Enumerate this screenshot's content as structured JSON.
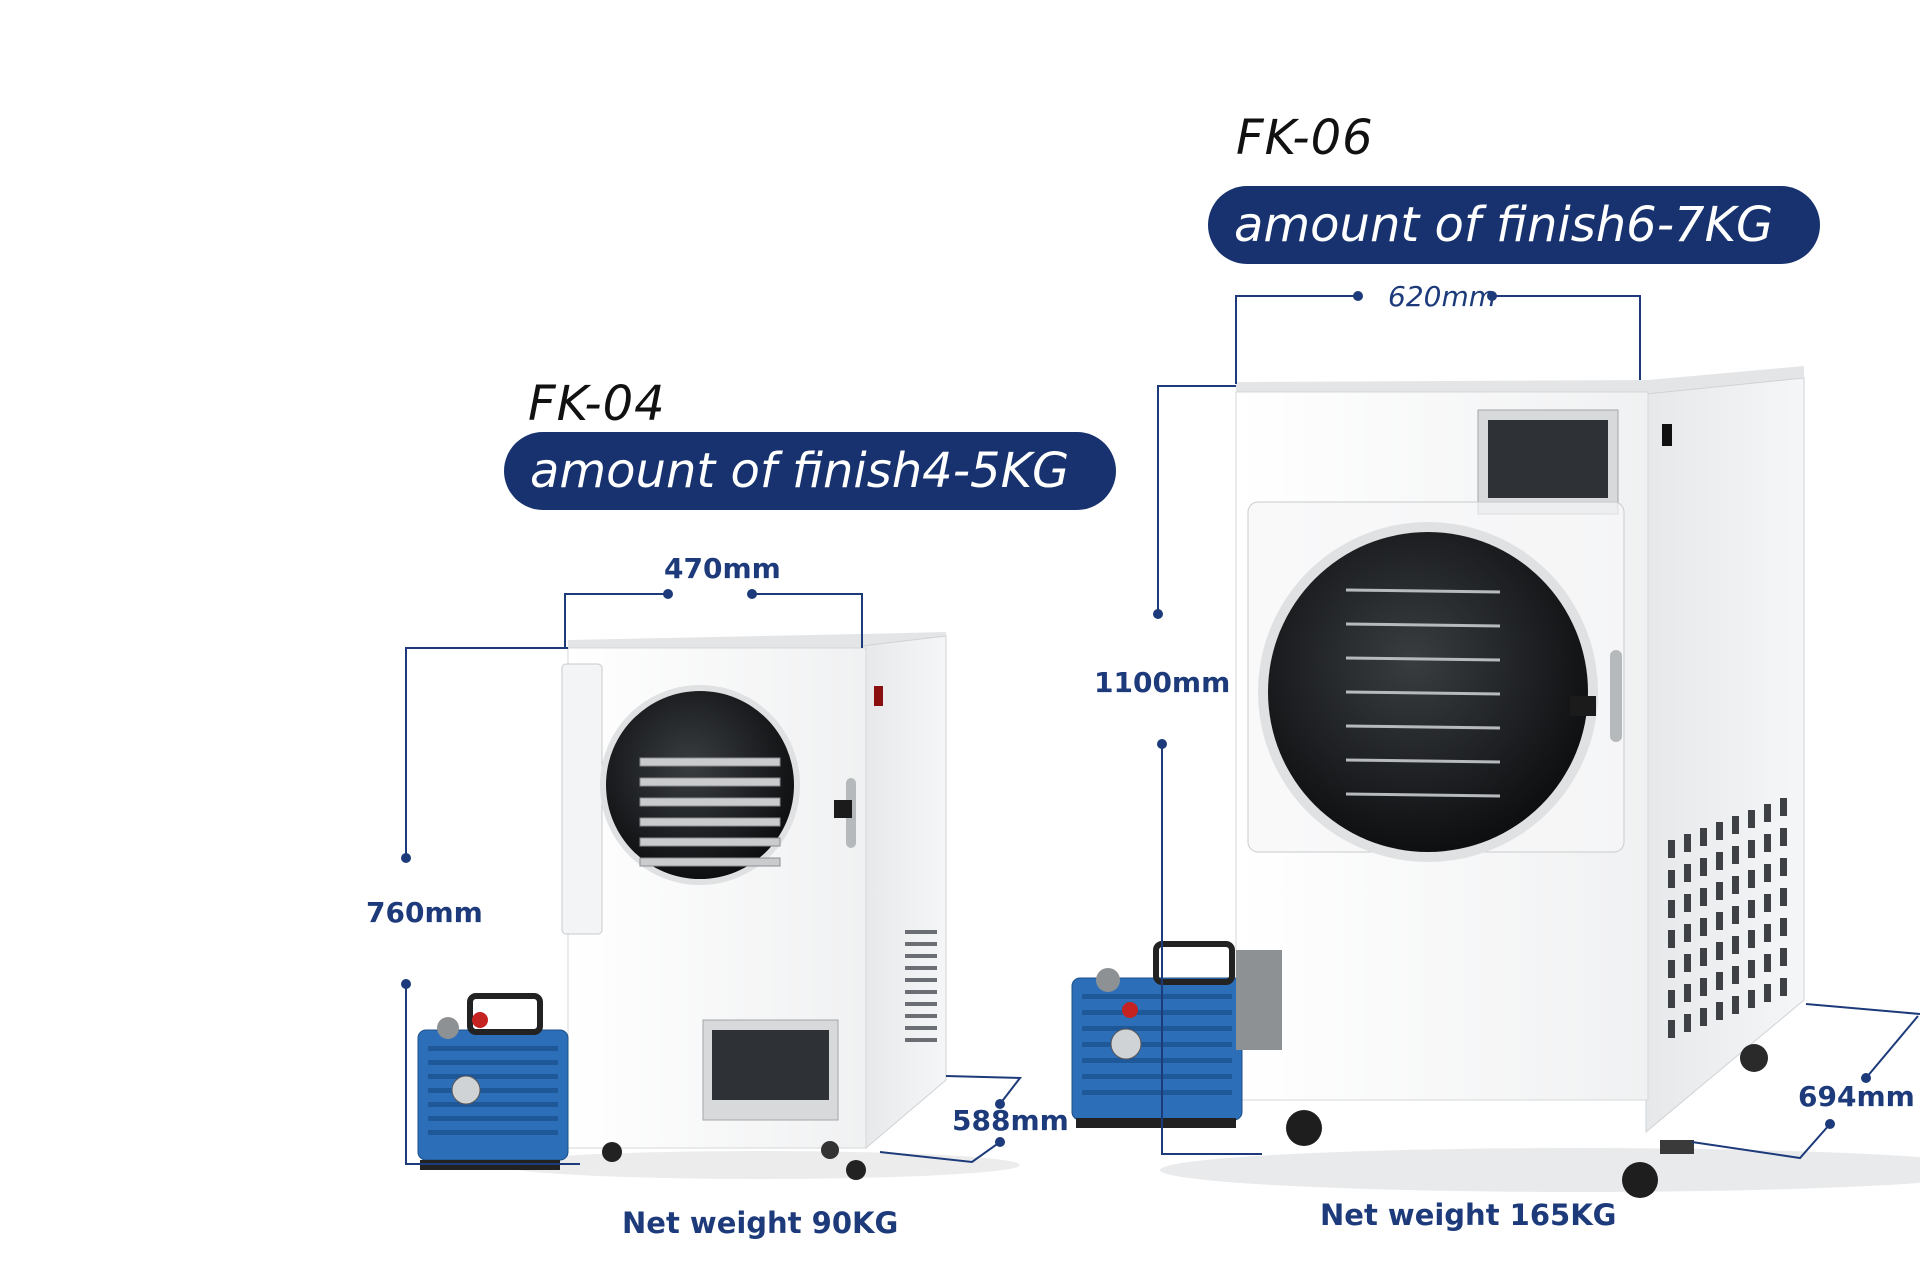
{
  "colors": {
    "accent": "#17326e",
    "dimension_text": "#1d3a7a",
    "cabinet": "#f4f5f6",
    "pump_blue": "#2c6fb8"
  },
  "fk04": {
    "model": "FK-04",
    "capacity": "amount of finish4-5KG",
    "width": "470mm",
    "height": "760mm",
    "depth": "588mm",
    "weight": "Net weight 90KG"
  },
  "fk06": {
    "model": "FK-06",
    "capacity": "amount of finish6-7KG",
    "width": "620mm",
    "height": "1100mm",
    "depth": "694mm",
    "weight": "Net weight 165KG"
  }
}
